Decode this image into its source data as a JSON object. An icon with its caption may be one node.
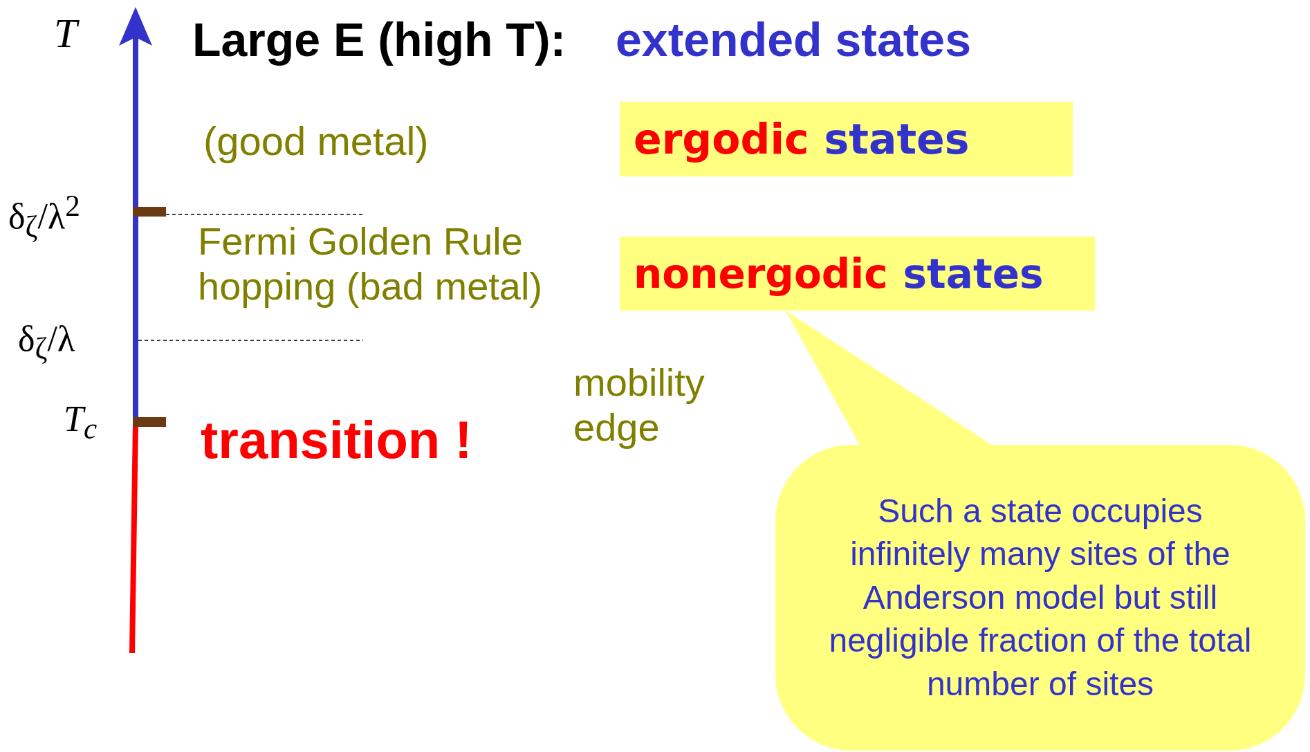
{
  "diagram": {
    "nodes": [
      {
        "text": [
          "ergodic",
          "states"
        ]
      },
      {
        "text": [
          "nonergodic",
          "states"
        ]
      },
      {
        "text": [
          "Such a state occupies infinitely many sites of the Anderson model but still negligible fraction of the total number of sites"
        ]
      }
    ],
    "edges": [
      {
        "from": 2,
        "to": 1,
        "arrow": "to"
      }
    ],
    "labels": [
      "T",
      "Large E (high T):",
      "extended states",
      "(good metal)",
      "δ$_{ζ}$/λ$^{2}$",
      "Fermi Golden Rule hopping (bad metal)",
      "δ$_{ζ}$/λ",
      "mobility edge",
      "T$_{c}$",
      "transition !"
    ]
  }
}
